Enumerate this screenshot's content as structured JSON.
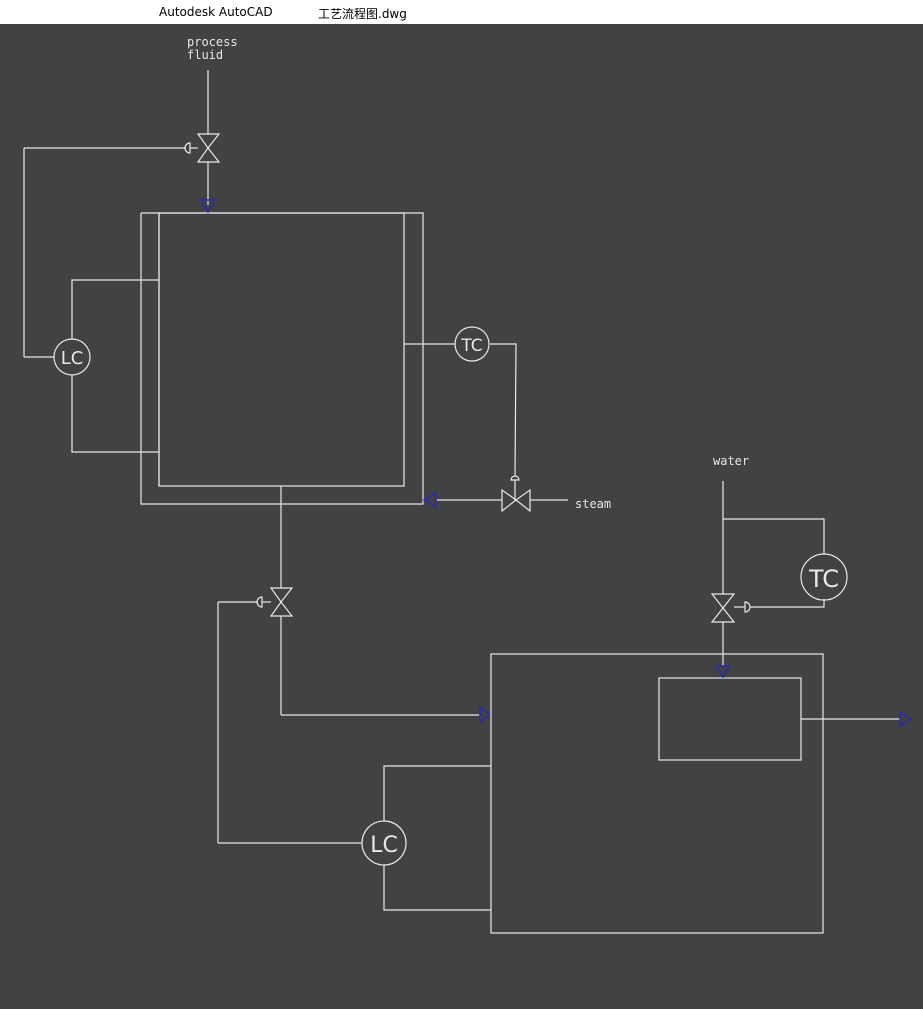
{
  "window": {
    "app_title": "Autodesk AutoCAD",
    "document_title": "工艺流程图.dwg"
  },
  "drawing": {
    "labels": {
      "process_fluid_line1": "process",
      "process_fluid_line2": "fluid",
      "steam": "steam",
      "water": "water"
    },
    "instruments": {
      "lc_top": "LC",
      "tc_top": "TC",
      "tc_bottom": "TC",
      "lc_bottom": "LC"
    }
  },
  "colors": {
    "canvas_background": "#424242",
    "line": "#e8e8e8",
    "flow_arrow": "#2a2ab0"
  }
}
